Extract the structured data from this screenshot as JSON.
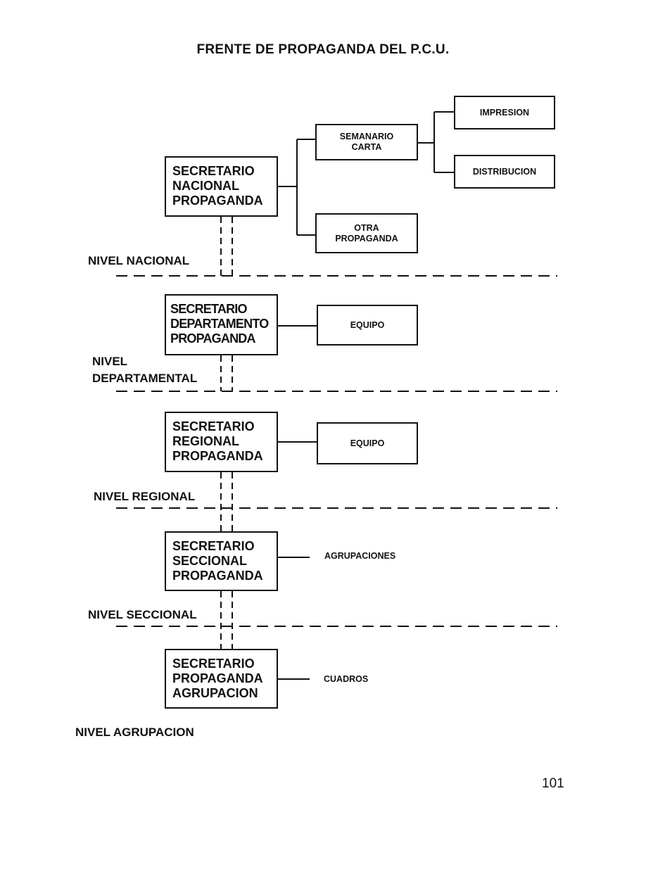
{
  "title": "FRENTE DE PROPAGANDA DEL P.C.U.",
  "boxes": {
    "nacional": "SECRETARIO\nNACIONAL\nPROPAGANDA",
    "semanario": "SEMANARIO\nCARTA",
    "impresion": "IMPRESION",
    "distribucion": "DISTRIBUCION",
    "otra": "OTRA\nPROPAGANDA",
    "departamento": "SECRETARIO\nDEPARTAMENTO\nPROPAGANDA",
    "equipo_dep": "EQUIPO",
    "regional": "SECRETARIO\nREGIONAL\nPROPAGANDA",
    "equipo_reg": "EQUIPO",
    "seccional": "SECRETARIO\nSECCIONAL\nPROPAGANDA",
    "agrupacion": "SECRETARIO\nPROPAGANDA\nAGRUPACION"
  },
  "side_labels": {
    "agrupaciones": "AGRUPACIONES",
    "cuadros": "CUADROS"
  },
  "levels": {
    "nacional": "NIVEL NACIONAL",
    "departamental_1": "NIVEL",
    "departamental_2": "DEPARTAMENTAL",
    "regional": "NIVEL REGIONAL",
    "seccional": "NIVEL SECCIONAL",
    "agrupacion": "NIVEL AGRUPACION"
  },
  "page_number": "101"
}
